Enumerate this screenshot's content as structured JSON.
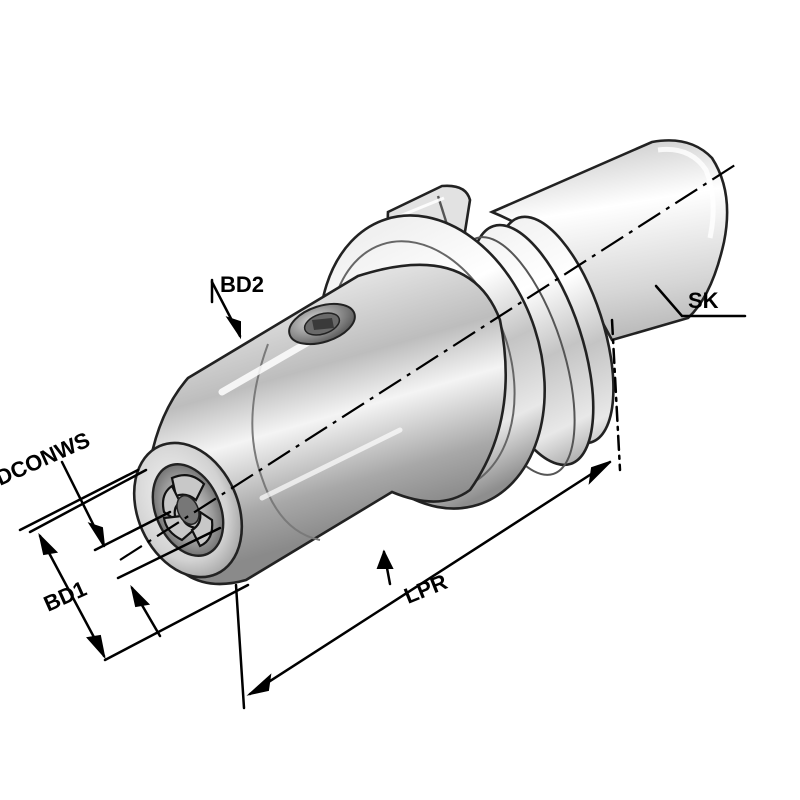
{
  "diagram": {
    "labels": {
      "bd2": "BD2",
      "sk": "SK",
      "dconws": "DCONWS",
      "bd1": "BD1",
      "lpr": "LPR"
    },
    "colors": {
      "line": "#000000",
      "metal_dark": "#7a7a7a",
      "metal_light": "#f2f2f2",
      "background": "#ffffff"
    }
  }
}
